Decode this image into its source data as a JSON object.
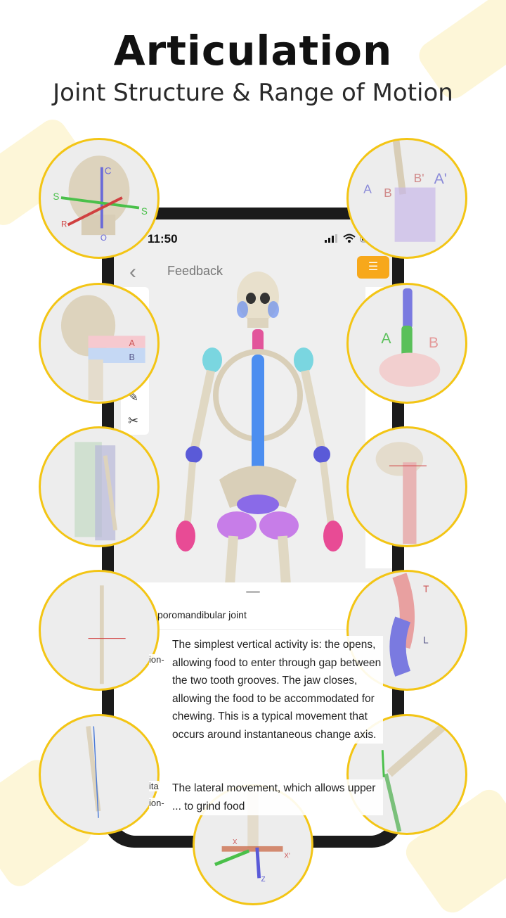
{
  "header": {
    "title": "Articulation",
    "subtitle": "Joint Structure & Range of Motion"
  },
  "phone": {
    "status_time": "11:50",
    "nav_title": "Feedback",
    "menu_icon": "list-icon",
    "panel": {
      "joint_name": "poromandibular joint",
      "side_labels": [
        "ion-",
        "ita",
        "ion-"
      ],
      "paragraph1": "The simplest vertical activity is: the opens, allowing food to enter through gap between the two tooth grooves. The jaw closes, allowing the food to be accommodated for chewing. This is a typical movement that occurs around instantaneous change axis.",
      "paragraph2": "The lateral movement, which allows upper ... to grind food"
    }
  },
  "circles": {
    "skull_axes": {
      "labels": [
        "C",
        "S",
        "S",
        "R",
        "O"
      ]
    },
    "wrist_planes": {
      "labels": [
        "A",
        "B",
        "B'",
        "A'"
      ]
    },
    "neck_planes": {
      "labels": [
        "A",
        "B"
      ]
    },
    "spine": {
      "labels": [
        "A",
        "B"
      ]
    },
    "spine_curve": {
      "labels": [
        "T",
        "L"
      ]
    },
    "ankle_axes": {
      "labels": [
        "X",
        "X'",
        "Z"
      ]
    }
  },
  "colors": {
    "accent": "#f7a81b",
    "ring": "#f3c515"
  }
}
